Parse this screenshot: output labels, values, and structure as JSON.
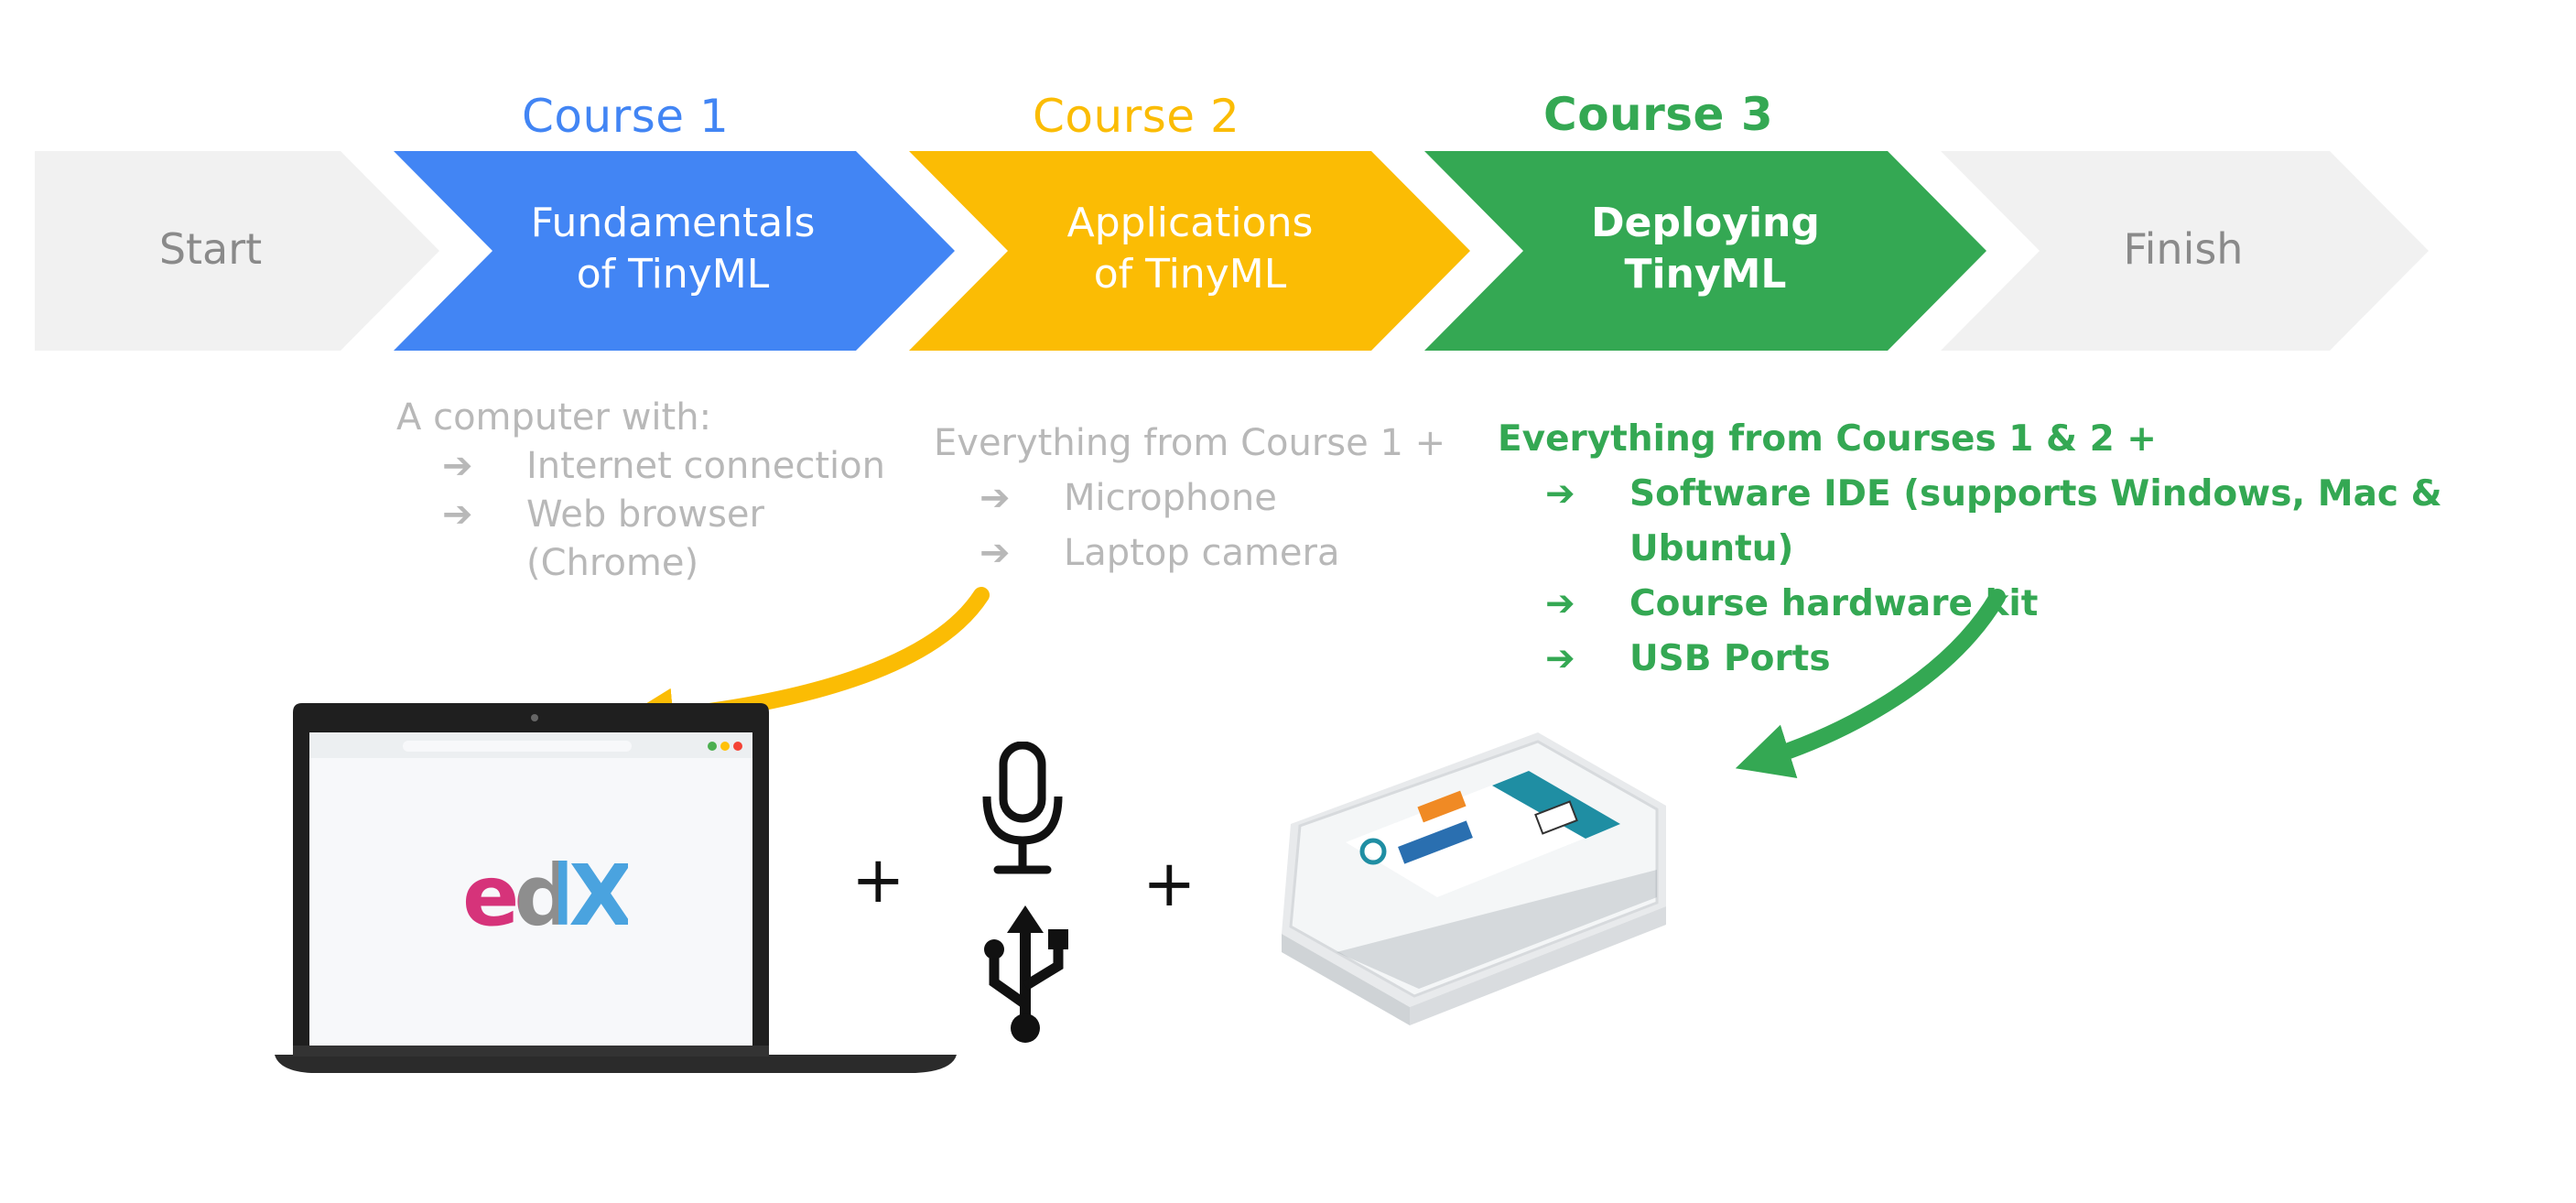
{
  "colors": {
    "blue": "#4285f4",
    "yellow": "#fbbc04",
    "green": "#34a853",
    "light_gray": "#f1f1f1",
    "gray_text": "#b8b8b8"
  },
  "course_labels": [
    "Course 1",
    "Course 2",
    "Course 3"
  ],
  "steps": [
    {
      "id": "start",
      "label": "Start"
    },
    {
      "id": "course1",
      "label": "Fundamentals\nof TinyML"
    },
    {
      "id": "course2",
      "label": "Applications\nof TinyML"
    },
    {
      "id": "course3",
      "label": "Deploying\nTinyML"
    },
    {
      "id": "finish",
      "label": "Finish"
    }
  ],
  "requirements": {
    "course1": {
      "heading": "A computer with:",
      "items": [
        "Internet connection",
        "Web browser\n(Chrome)"
      ]
    },
    "course2": {
      "heading": "Everything from Course 1 +",
      "items": [
        "Microphone",
        "Laptop camera"
      ]
    },
    "course3": {
      "heading": "Everything from Courses 1 & 2 +",
      "items": [
        "Software IDE (supports Windows, Mac & Ubuntu)",
        "Course hardware kit",
        "USB Ports"
      ]
    },
    "bullet": "➔"
  },
  "illustrations": {
    "laptop_logo": "edX",
    "laptop_icon": "laptop-icon",
    "microphone_icon": "microphone-icon",
    "usb_icon": "usb-icon",
    "kit_icon": "hardware-kit-icon",
    "plus": "+"
  }
}
